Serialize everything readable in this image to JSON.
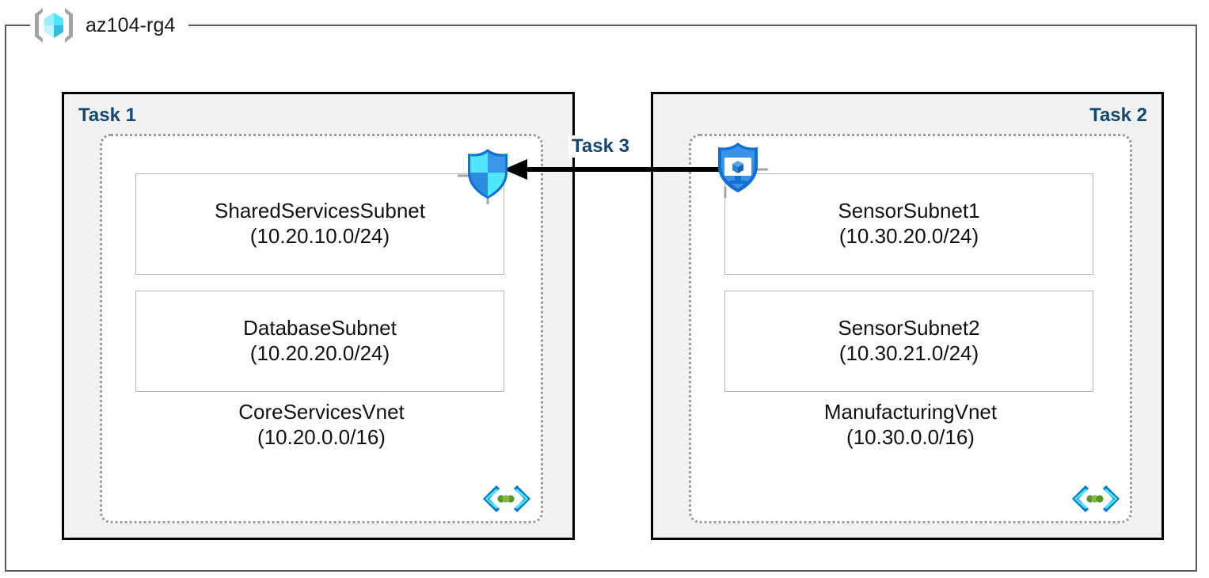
{
  "resource_group": {
    "name": "az104-rg4",
    "icon": "resource-group-cube-icon"
  },
  "tasks": {
    "task1_label": "Task 1",
    "task2_label": "Task 2",
    "task3_label": "Task 3"
  },
  "vnets": [
    {
      "task": "Task 1",
      "name": "CoreServicesVnet",
      "cidr": "(10.20.0.0/16)",
      "icon": "virtual-network-icon",
      "subnets": [
        {
          "name": "SharedServicesSubnet",
          "cidr": "(10.20.10.0/24)"
        },
        {
          "name": "DatabaseSubnet",
          "cidr": "(10.20.20.0/24)"
        }
      ]
    },
    {
      "task": "Task 2",
      "name": "ManufacturingVnet",
      "cidr": "(10.30.0.0/16)",
      "icon": "virtual-network-icon",
      "subnets": [
        {
          "name": "SensorSubnet1",
          "cidr": "(10.30.20.0/24)"
        },
        {
          "name": "SensorSubnet2",
          "cidr": "(10.30.21.0/24)"
        }
      ]
    }
  ],
  "security": {
    "nsg_icon": "network-security-group-shield-icon",
    "asg_icon": "application-security-group-shield-icon"
  },
  "connection": {
    "label": "Task 3",
    "direction": "right-to-left",
    "arrow_icon": "left-arrow-icon"
  },
  "colors": {
    "task_label": "#0f4775",
    "task_box_fill": "#f1f1f1",
    "task_box_border": "#000000",
    "vnet_border": "#9a9a9a",
    "subnet_border": "#b3b3b3",
    "frame_border": "#5a5a5a",
    "arrow": "#000000",
    "azure_blue": "#0078d4",
    "azure_cyan": "#50e6ff",
    "vnet_dot_green": "#5e9624"
  }
}
